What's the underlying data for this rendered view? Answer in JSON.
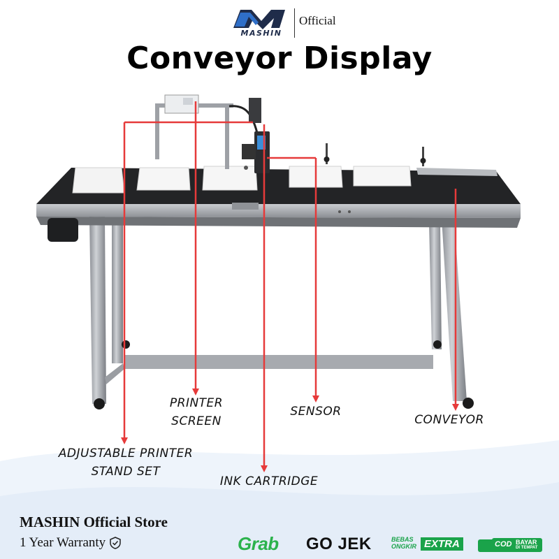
{
  "brand": {
    "name": "MASHIN",
    "tag": "Official"
  },
  "title": "Conveyor Display",
  "callouts": {
    "printer_screen": [
      "PRINTER",
      "SCREEN"
    ],
    "sensor": "SENSOR",
    "conveyor": "CONVEYOR",
    "stand": [
      "ADJUSTABLE PRINTER",
      "STAND SET"
    ],
    "ink": "INK CARTRIDGE"
  },
  "footer": {
    "store_name": "MASHIN Official Store",
    "warranty": "1 Year Warranty",
    "warranty_icon": "shield-check-icon"
  },
  "partners": {
    "grab": "Grab",
    "gojek": "GO JEK",
    "extra": {
      "small1": "BEBAS",
      "small2": "ONGKIR",
      "big": "EXTRA"
    },
    "cod": {
      "left": "COD",
      "right1": "BAYAR",
      "right2": "DI TEMPAT"
    }
  },
  "colors": {
    "callout_line": "#e63a3a",
    "brand_navy": "#1f2c4a",
    "brand_blue": "#2f6fc8",
    "grab_green": "#2bb24c",
    "gojek_green": "#00aa13",
    "extra_green": "#1aa34a"
  }
}
